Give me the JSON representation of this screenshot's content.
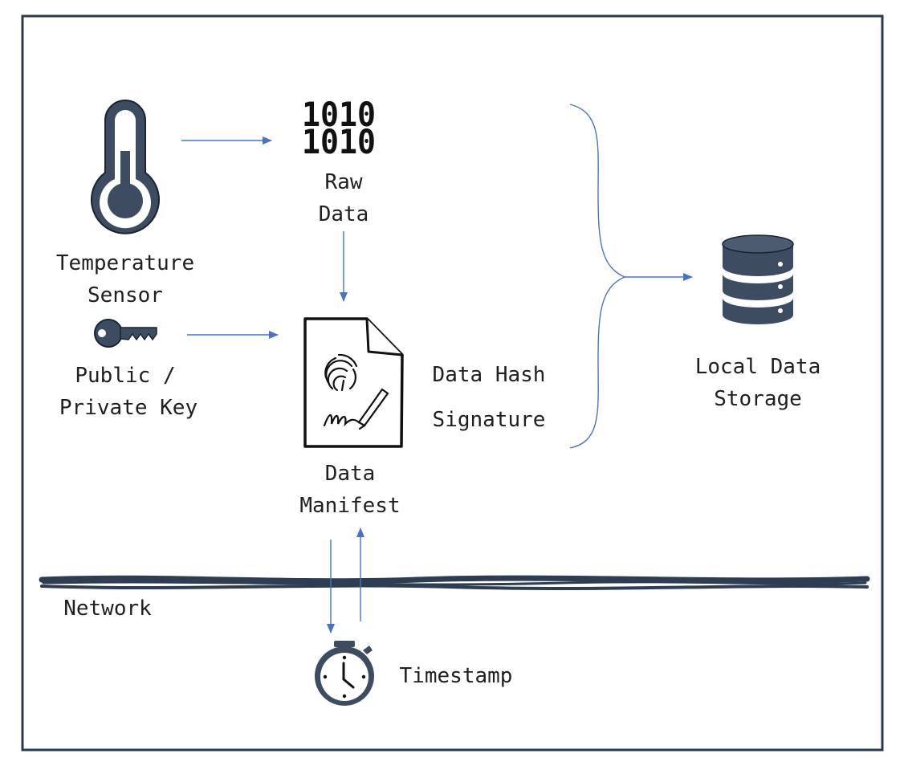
{
  "labels": {
    "raw_data_line1": "Raw",
    "raw_data_line2": "Data",
    "sensor_line1": "Temperature",
    "sensor_line2": "Sensor",
    "key_line1": "Public /",
    "key_line2": "Private Key",
    "data_hash": "Data Hash",
    "signature": "Signature",
    "manifest_line1": "Data",
    "manifest_line2": "Manifest",
    "storage_line1": "Local Data",
    "storage_line2": "Storage",
    "network": "Network",
    "timestamp": "Timestamp"
  },
  "binary_glyph": {
    "row1": "1010",
    "row2": "1010"
  },
  "colors": {
    "frame": "#2b3a4f",
    "icon": "#3d4c61",
    "arrow": "#4a72c4",
    "text": "#1f1f1f"
  },
  "icons": [
    "thermometer-icon",
    "binary-data-icon",
    "key-icon",
    "document-fingerprint-signature-icon",
    "database-icon",
    "stopwatch-icon"
  ]
}
